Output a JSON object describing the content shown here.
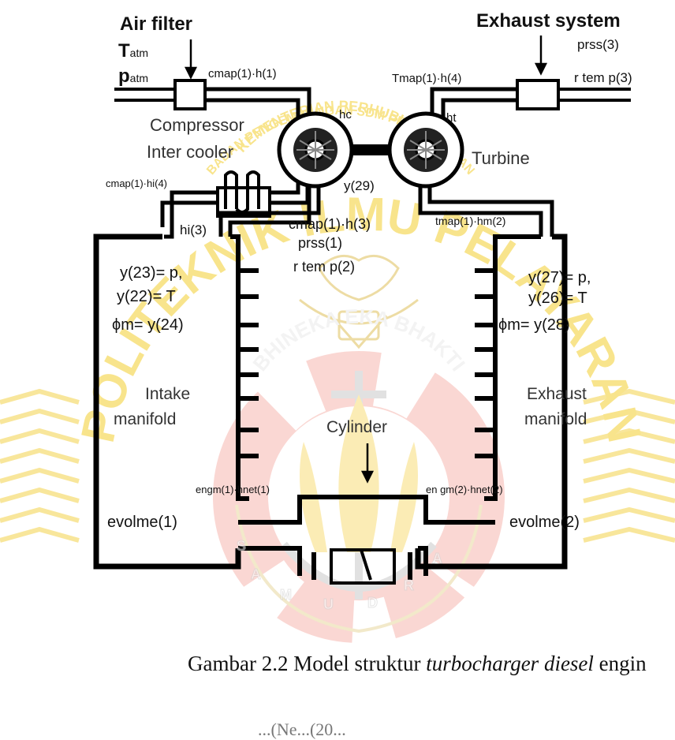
{
  "watermark": {
    "outer_text": "POLITEKNIK ILMU PELAYARAN",
    "inner_text": "BHINEKA EKA BHAKTI",
    "top_arc_text": "KEMENTERIAN PERHUBUNGAN",
    "badan_text": "BADAN PENGEMBANGAN SDM PERHUBUNGAN",
    "bottom_letters": "SAMUDRA",
    "accent_color": "#f2c200",
    "red_color": "#e23a3a"
  },
  "diagram": {
    "air_filter": "Air filter",
    "t_atm_main": "T",
    "t_atm_sub": "atm",
    "p_atm_main": "p",
    "p_atm_sub": "atm",
    "cmap_h1": "cmap(1)·h(1)",
    "exhaust_system": "Exhaust system",
    "prss3": "prss(3)",
    "rtemp3": "r tem p(3)",
    "tmap_h4": "Tmap(1)·h(4)",
    "hc": "hc",
    "ht": "ht",
    "compressor": "Compressor",
    "inter_cooler": "Inter cooler",
    "turbine": "Turbine",
    "cmap_hi4": "cmap(1)·hi(4)",
    "y29": "y(29)",
    "hi3": "hi(3)",
    "cmap_h3": "cmap(1)·h(3)",
    "prss1": "prss(1)",
    "rtemp2": "r tem p(2)",
    "tmap_hm2": "tmap(1)·hm(2)",
    "y23": "y(23)= p,",
    "y22": "y(22)= T",
    "phim_intake": "ϕm= y(24)",
    "y27": "y(27)= p,",
    "y26": "y(26)= T",
    "phim_exhaust": "ϕm= y(28)",
    "intake": "Intake",
    "manifold_l": "manifold",
    "exhaust": "Exhaust",
    "manifold_r": "manifold",
    "cylinder": "Cylinder",
    "engm1": "engm(1)·hnet(1)",
    "engm2": "en gm(2)·hnet(2)",
    "evolme1": "evolme(1)",
    "evolme2": "evolme(2)"
  },
  "caption": {
    "prefix": "Gambar 2.2 Model struktur ",
    "term1": "turbocharger diesel",
    "suffix": " engin",
    "line2": "...(Ne...(20..."
  }
}
